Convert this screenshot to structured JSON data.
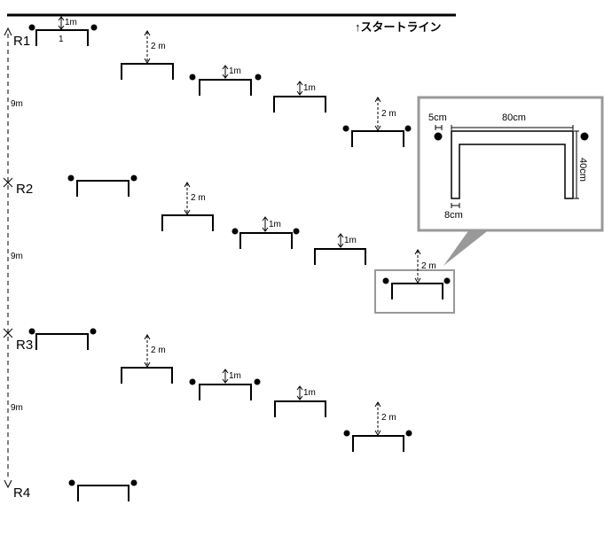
{
  "start_line_label": "↑スタートライン",
  "rows": [
    {
      "label": "R1",
      "interval": "9m"
    },
    {
      "label": "R2",
      "interval": "9m"
    },
    {
      "label": "R3",
      "interval": "9m"
    },
    {
      "label": "R4"
    }
  ],
  "hurdle_first_number": "1",
  "gap_labels": {
    "one": "1m",
    "two": "2 m"
  },
  "inset_dimensions": {
    "pole": "5cm",
    "width": "80cm",
    "height": "40cm",
    "leg": "8cm"
  }
}
